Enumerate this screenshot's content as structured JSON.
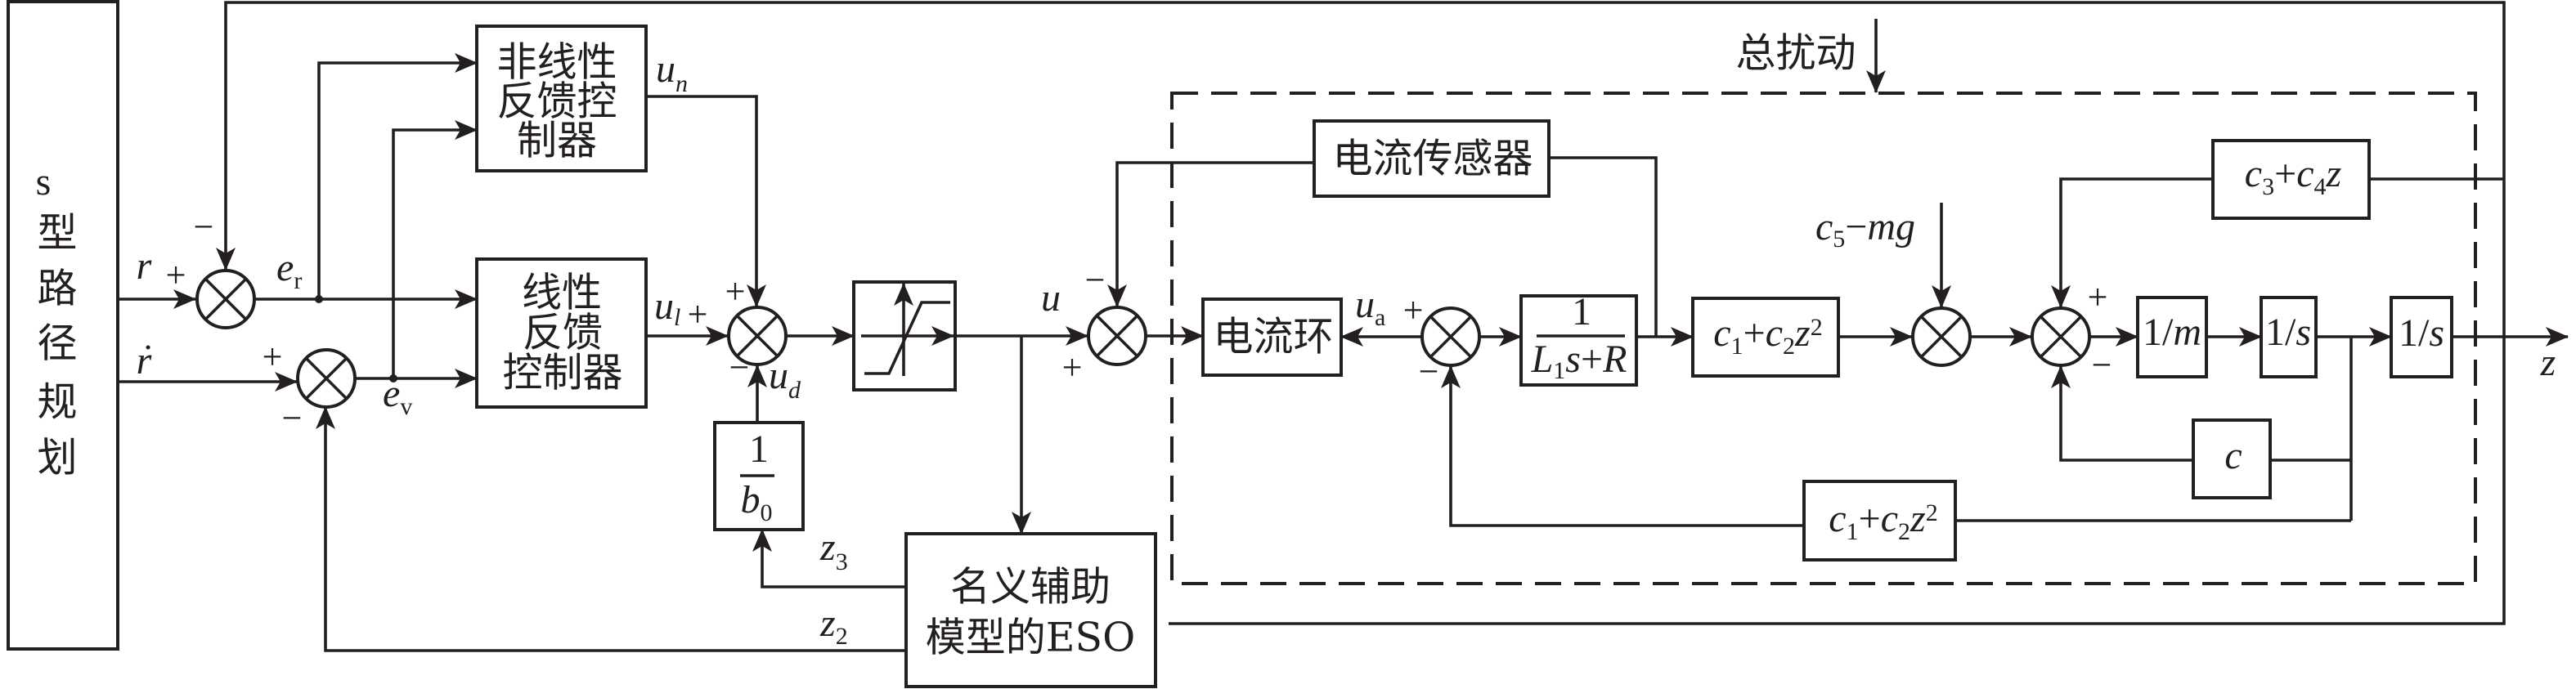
{
  "colors": {
    "background": "#ffffff",
    "ink": "#231f20"
  },
  "icons": {
    "sum_junction": "summing-junction-icon",
    "saturation": "saturation-icon",
    "branch": "branch-point-dot",
    "arrow": "arrowhead"
  },
  "planner": {
    "lines": [
      "s",
      "型",
      "路",
      "径",
      "规",
      "划"
    ]
  },
  "inputs": {
    "r": "r",
    "r_dot": {
      "base": "r",
      "accent": "˙"
    }
  },
  "errors": {
    "e_r": {
      "base": "e",
      "sub": "r"
    },
    "e_v": {
      "base": "e",
      "sub": "v"
    }
  },
  "controllers": {
    "nonlinear": {
      "lines": [
        "非线性",
        "反馈控",
        "制器"
      ],
      "output": {
        "base": "u",
        "sub": "n"
      }
    },
    "linear": {
      "lines": [
        "线性",
        "反馈",
        "控制器"
      ],
      "output": {
        "base": "u",
        "sub": "l"
      }
    }
  },
  "compensation": {
    "gain": {
      "num": "1",
      "den_base": "b",
      "den_sub": "0"
    },
    "output": {
      "base": "u",
      "sub": "d"
    }
  },
  "control_signal": "u",
  "eso": {
    "lines": [
      "名义辅助",
      "模型的ESO"
    ],
    "z3": {
      "base": "z",
      "sub": "3"
    },
    "z2": {
      "base": "z",
      "sub": "2"
    }
  },
  "plant": {
    "disturbance_label": "总扰动",
    "current_sensor": "电流传感器",
    "current_loop": "电流环",
    "u_a": {
      "base": "u",
      "sub": "a"
    },
    "electrical_tf": {
      "num": "1",
      "den": [
        "L",
        "1",
        "s",
        "+",
        "R"
      ]
    },
    "force_gain": [
      "c",
      "1",
      "+",
      "c",
      "2",
      "z",
      "2"
    ],
    "gravity_term": [
      "c",
      "5",
      "−",
      "m",
      "g"
    ],
    "inv_mass": [
      "1/",
      "m"
    ],
    "integrator_velocity": [
      "1/",
      "s"
    ],
    "integrator_position": [
      "1/",
      "s"
    ],
    "stiffness_fb": [
      "c",
      "3",
      "+",
      "c",
      "4",
      "z"
    ],
    "damping_fb": "c",
    "force_gain_fb": [
      "c",
      "1",
      "+",
      "c",
      "2",
      "z",
      "2"
    ]
  },
  "output": "z",
  "junction_signs": {
    "j1": {
      "left": "+",
      "top": "−"
    },
    "j2": {
      "top_left": "+",
      "bottom_left": "−"
    },
    "j3": {
      "top": "+",
      "left": "+",
      "bottom_left": "−"
    },
    "j4": {
      "top_left": "−",
      "bottom_left": "+"
    },
    "j5": {
      "top_left": "+",
      "bottom_left": "−"
    },
    "j7": {
      "top_right": "+",
      "bottom_right": "−"
    }
  }
}
